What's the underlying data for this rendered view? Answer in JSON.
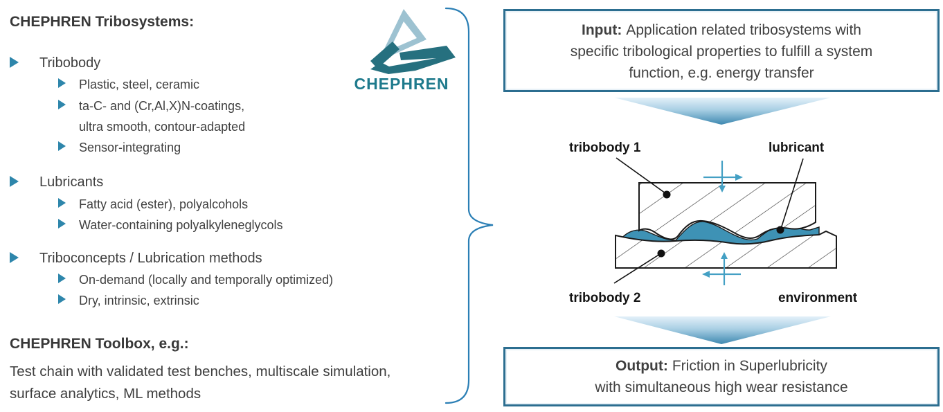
{
  "left_panel": {
    "title": "CHEPHREN Tribosystems:",
    "items": [
      {
        "t": "Tribobody",
        "lv": 1,
        "b": 1
      },
      {
        "t": "Plastic, steel, ceramic",
        "lv": 2,
        "b": 1
      },
      {
        "t": "ta-C- and (Cr,Al,X)N-coatings,",
        "lv": 2,
        "b": 1
      },
      {
        "t": "ultra smooth, contour-adapted",
        "lv": 2,
        "b": 0
      },
      {
        "t": "Sensor-integrating",
        "lv": 2,
        "b": 1
      },
      {
        "t": "Lubricants",
        "lv": 1,
        "b": 1
      },
      {
        "t": "Fatty acid (ester), polyalcohols",
        "lv": 2,
        "b": 1
      },
      {
        "t": "Water-containing polyalkyleneglycols",
        "lv": 2,
        "b": 1
      },
      {
        "t": "Triboconcepts / Lubrication methods",
        "lv": 1,
        "b": 1
      },
      {
        "t": "On-demand (locally and temporally optimized)",
        "lv": 2,
        "b": 1
      },
      {
        "t": "Dry, intrinsic, extrinsic",
        "lv": 2,
        "b": 1
      }
    ],
    "toolbox_title": "CHEPHREN Toolbox, e.g.:",
    "toolbox_text": "Test chain with validated test benches, multiscale simulation, surface analytics, ML methods"
  },
  "logo": {
    "wordmark": "CHEPHREN"
  },
  "flow": {
    "input_label": "Input:",
    "input_lines": [
      "Application related tribosystems with",
      "specific tribological properties to fulfill a system",
      "function, e.g. energy transfer"
    ],
    "output_label": "Output:",
    "output_lines": [
      "Friction in Superlubricity",
      "with simultaneous high wear resistance"
    ]
  },
  "diagram": {
    "labels": {
      "tribobody1": "tribobody 1",
      "lubricant": "lubricant",
      "tribobody2": "tribobody 2",
      "environment": "environment"
    }
  },
  "colors": {
    "bullet_blue": "#2e86ab",
    "box_border_teal": "#2c6e90",
    "brace_blue": "#2b7fb5",
    "lubricant_blue": "#3e92b5",
    "motion_arrow_blue": "#44a0c4",
    "logo_light": "#9dc2d1",
    "logo_teal": "#26707f",
    "text_gray": "#3f3f3f"
  }
}
